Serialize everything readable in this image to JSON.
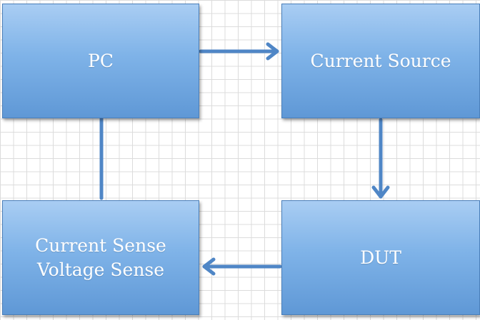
{
  "blocks": {
    "pc": {
      "label": "PC"
    },
    "current_source": {
      "label": "Current Source"
    },
    "dut": {
      "label": "DUT"
    },
    "sense": {
      "line1": "Current Sense",
      "line2": "Voltage Sense"
    }
  },
  "colors": {
    "block_top": "#a9cdf3",
    "block_bottom": "#5f98d6",
    "block_border": "#4a7fba",
    "arrow": "#4f86c6",
    "grid": "#dcdcdc"
  }
}
